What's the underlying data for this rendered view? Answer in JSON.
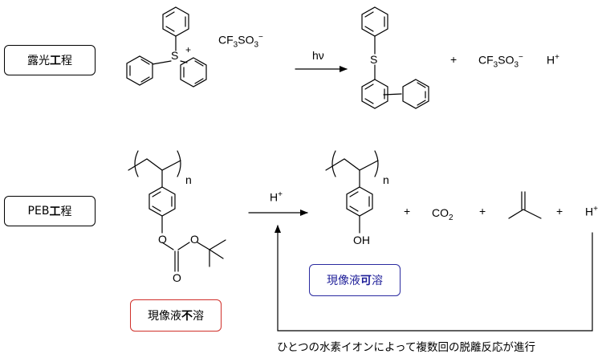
{
  "steps": {
    "exposure": {
      "pre": "露光",
      "bold": "工",
      "post": "程"
    },
    "peb": {
      "pre": "PEB",
      "bold": "工",
      "post": "程"
    }
  },
  "reactant_anion": {
    "base": "CF",
    "s1": "3",
    "mid": "SO",
    "s2": "3",
    "sup": "−"
  },
  "arrow1_label": "hν",
  "sulfonium_charge": "+",
  "sulfide_atom": "S",
  "products1": {
    "plus": "+",
    "anion_base": "CF",
    "s1": "3",
    "mid": "SO",
    "s2": "3",
    "anion_sup": "−",
    "proton": "H",
    "proton_sup": "+"
  },
  "polymer_subscript": "n",
  "arrow2_label": {
    "base": "H",
    "sup": "+"
  },
  "products2": {
    "plus1": "+",
    "co2_base": "CO",
    "co2_sub": "2",
    "plus2": "+",
    "plus3": "+",
    "proton": "H",
    "proton_sup": "+"
  },
  "phenol_oh": "OH",
  "boc_atoms": {
    "o1": "O",
    "o2": "O",
    "o3": "O"
  },
  "insoluble": {
    "pre": "現像液",
    "bold": "不",
    "post": "溶"
  },
  "soluble": {
    "pre": "現像液",
    "bold": "可",
    "post": "溶"
  },
  "cycle_note": "ひとつの水素イオンによって複数回の脱離反応が進行",
  "colors": {
    "insoluble_border": "#d0302a",
    "soluble_border": "#2a2aa0",
    "soluble_text": "#1f1f99"
  }
}
